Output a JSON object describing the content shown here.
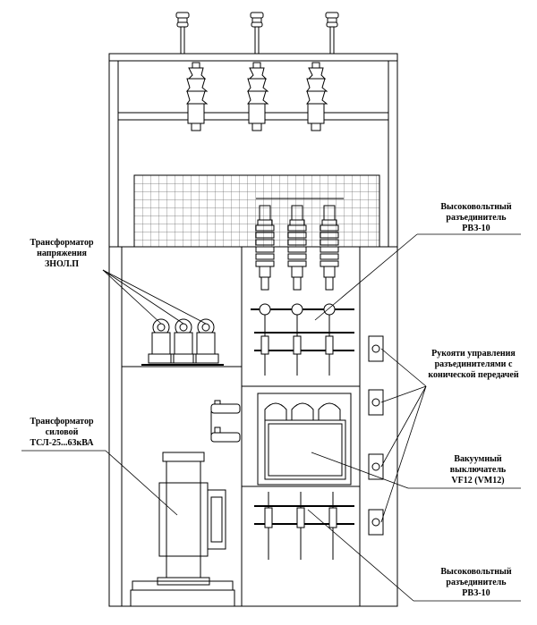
{
  "labels": {
    "transformer_voltage": {
      "line1": "Трансформатор",
      "line2": "напряжения",
      "line3": "ЗНОЛ.П"
    },
    "disconnector_top": {
      "line1": "Высоковольтный",
      "line2": "разъединитель",
      "line3": "РВЗ-10"
    },
    "drive_handles": {
      "line1": "Рукояти управления",
      "line2": "разъединителями с",
      "line3": "конической передачей"
    },
    "power_transformer": {
      "line1": "Трансформатор",
      "line2": "силовой",
      "line3": "ТСЛ-25...63кВА"
    },
    "vacuum_breaker": {
      "line1": "Вакуумный",
      "line2": "выключатель",
      "line3": "VF12 (VM12)"
    },
    "disconnector_bottom": {
      "line1": "Высоковольтный",
      "line2": "разъединитель",
      "line3": "РВЗ-10"
    }
  },
  "colors": {
    "line": "#000000",
    "grid": "#555555",
    "fill": "#ffffff",
    "shade": "#dddddd"
  }
}
